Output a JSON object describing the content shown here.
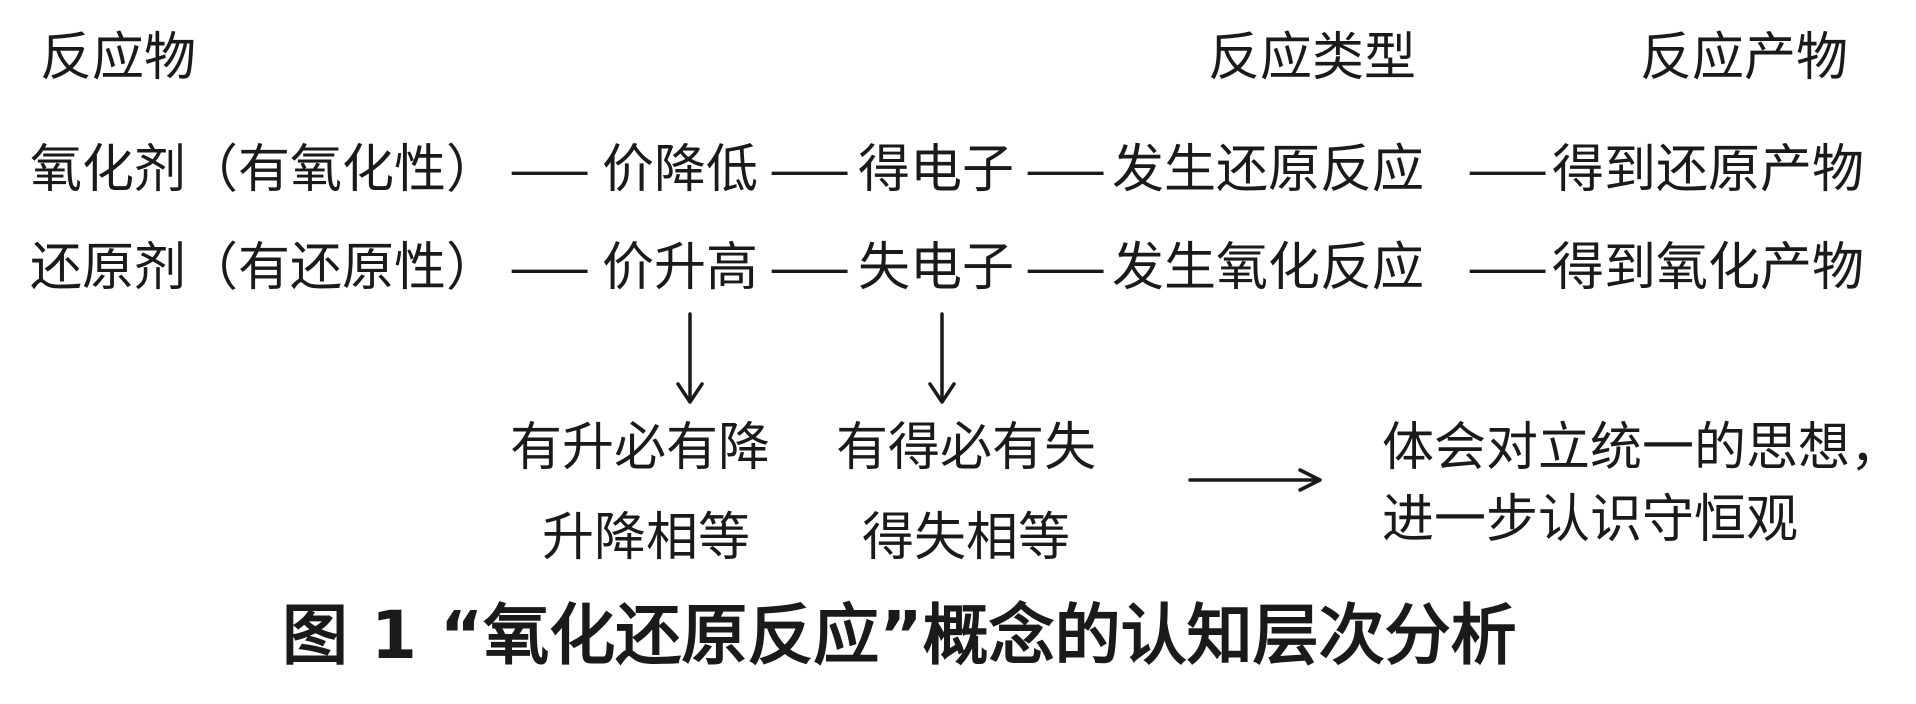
{
  "headers": {
    "reactant": "反应物",
    "reaction_type": "反应类型",
    "product": "反应产物"
  },
  "rows": [
    {
      "agent": "氧化剂（有氧化性）",
      "valence": "价降低",
      "electrons": "得电子",
      "reaction": "发生还原反应",
      "product": "得到还原产物"
    },
    {
      "agent": "还原剂（有还原性）",
      "valence": "价升高",
      "electrons": "失电子",
      "reaction": "发生氧化反应",
      "product": "得到氧化产物"
    }
  ],
  "connector": "—",
  "conclusions": {
    "valence_line1": "有升必有降",
    "valence_line2": "升降相等",
    "electron_line1": "有得必有失",
    "electron_line2": "得失相等",
    "idea_line1": "体会对立统一的思想，",
    "idea_line2": "进一步认识守恒观"
  },
  "caption": "图 1 “氧化还原反应”概念的认知层次分析"
}
